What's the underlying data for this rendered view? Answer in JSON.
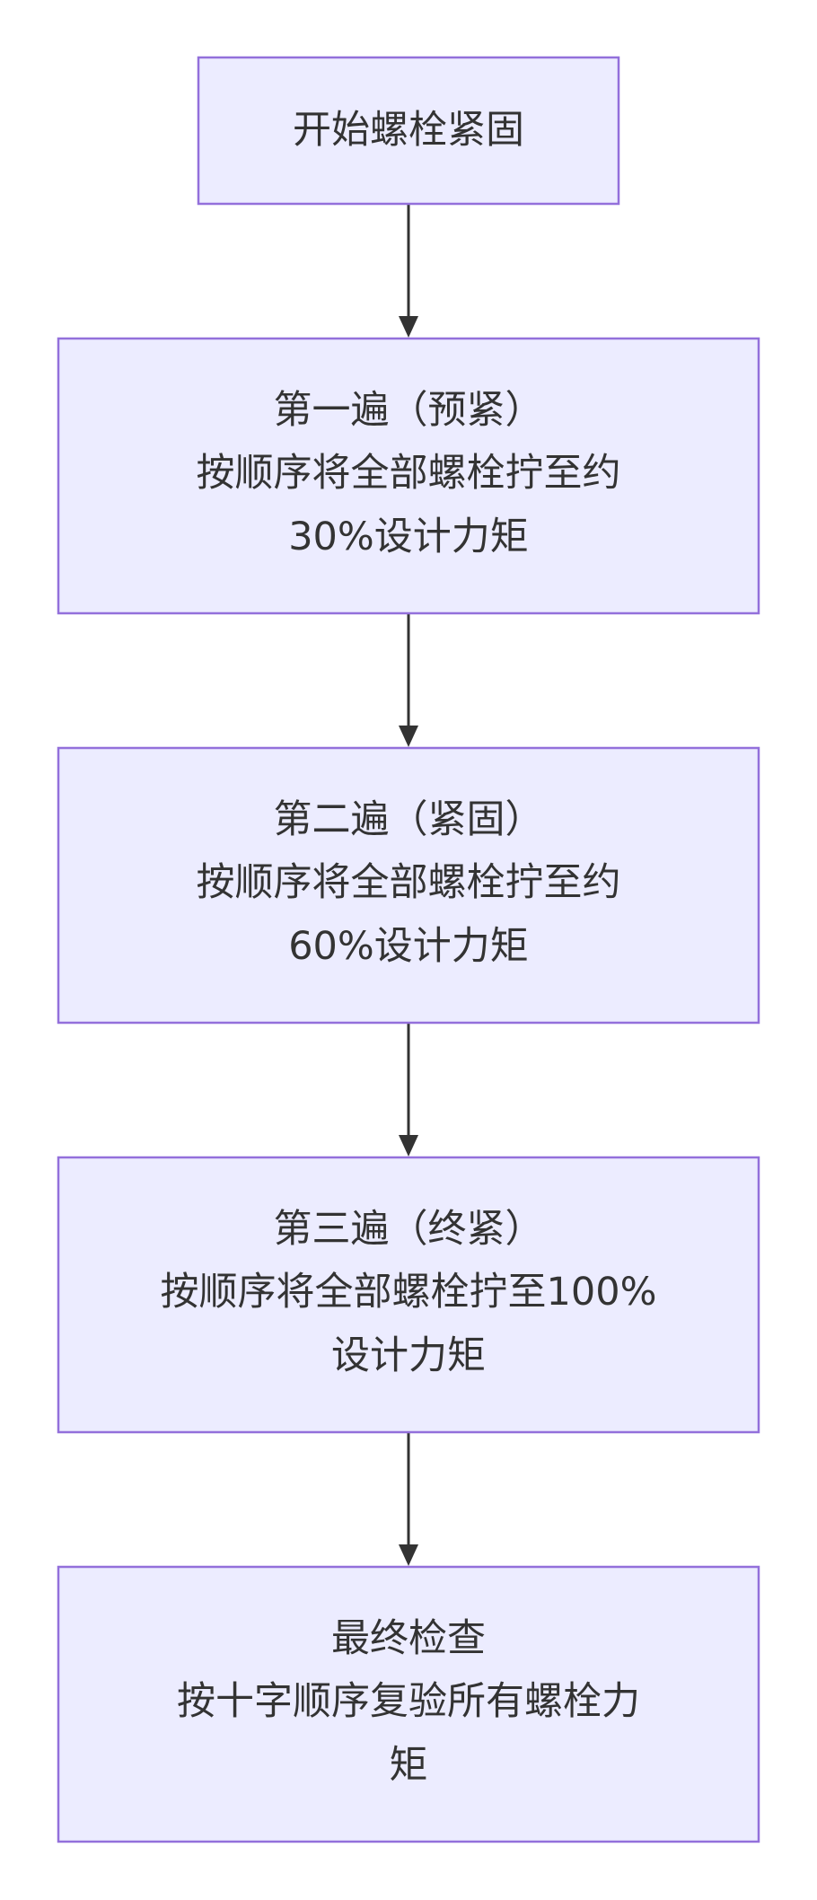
{
  "flowchart": {
    "nodes": [
      {
        "id": "start",
        "lines": [
          "开始螺栓紧固"
        ]
      },
      {
        "id": "pass1",
        "lines": [
          "第一遍（预紧）",
          "按顺序将全部螺栓拧至约",
          "30%设计力矩"
        ]
      },
      {
        "id": "pass2",
        "lines": [
          "第二遍（紧固）",
          "按顺序将全部螺栓拧至约",
          "60%设计力矩"
        ]
      },
      {
        "id": "pass3",
        "lines": [
          "第三遍（终紧）",
          "按顺序将全部螺栓拧至100%",
          "设计力矩"
        ]
      },
      {
        "id": "final",
        "lines": [
          "最终检查",
          "按十字顺序复验所有螺栓力",
          "矩"
        ]
      }
    ],
    "edges": [
      {
        "from": "start",
        "to": "pass1"
      },
      {
        "from": "pass1",
        "to": "pass2"
      },
      {
        "from": "pass2",
        "to": "pass3"
      },
      {
        "from": "pass3",
        "to": "final"
      }
    ],
    "colors": {
      "node_fill": "#ececff",
      "node_border": "#9370db",
      "edge": "#333333",
      "text": "#333333"
    }
  }
}
